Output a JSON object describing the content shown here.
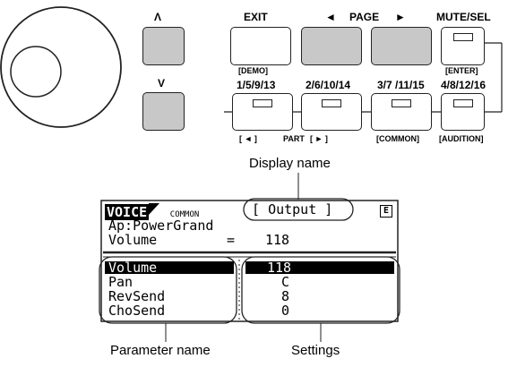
{
  "buttons": {
    "up_label": "Λ",
    "down_label": "V",
    "exit_label": "EXIT",
    "demo_label": "[DEMO]",
    "page_left_label": "◄",
    "page_label": "PAGE",
    "page_right_label": "►",
    "mute_sel_label": "MUTE/SEL",
    "enter_label": "[ENTER]",
    "part1_label": "1/5/9/13",
    "part2_label": "2/6/10/14",
    "part3_label": "3/7 /11/15",
    "part4_label": "4/8/12/16",
    "part_left_sub": "[ ◄ ]",
    "part_sub": "PART",
    "part_right_sub": "[ ► ]",
    "common_sub": "[COMMON]",
    "audition_sub": "[AUDITION]"
  },
  "display": {
    "mode_tag": "VOICE",
    "mode_sub": "COMMON",
    "page_name": "Output",
    "flag": "E",
    "voice_name": "Ap:PowerGrand",
    "current_param": "Volume",
    "equals": "=",
    "current_value": "118",
    "params": [
      {
        "name": "Volume",
        "value": "118",
        "selected": true
      },
      {
        "name": "Pan",
        "value": "C",
        "selected": false
      },
      {
        "name": "RevSend",
        "value": "8",
        "selected": false
      },
      {
        "name": "ChoSend",
        "value": "0",
        "selected": false
      }
    ]
  },
  "annotations": {
    "display_name": "Display name",
    "parameter_name": "Parameter name",
    "settings": "Settings"
  }
}
